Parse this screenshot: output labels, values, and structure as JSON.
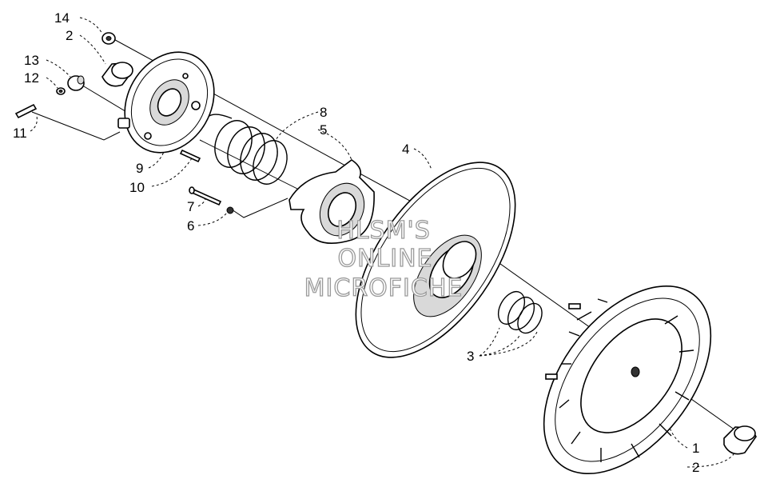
{
  "callouts": [
    {
      "id": "c14",
      "text": "14"
    },
    {
      "id": "c2a",
      "text": "2"
    },
    {
      "id": "c13",
      "text": "13"
    },
    {
      "id": "c12",
      "text": "12"
    },
    {
      "id": "c11",
      "text": "11"
    },
    {
      "id": "c9",
      "text": "9"
    },
    {
      "id": "c10",
      "text": "10"
    },
    {
      "id": "c7",
      "text": "7"
    },
    {
      "id": "c6",
      "text": "6"
    },
    {
      "id": "c8",
      "text": "8"
    },
    {
      "id": "c5",
      "text": "5"
    },
    {
      "id": "c4",
      "text": "4"
    },
    {
      "id": "c3",
      "text": "3"
    },
    {
      "id": "c1",
      "text": "1"
    },
    {
      "id": "c2b",
      "text": "2"
    }
  ],
  "watermark": {
    "line1": "HLSM'S",
    "line2": "ONLINE",
    "line3": "MICROFICHE"
  }
}
